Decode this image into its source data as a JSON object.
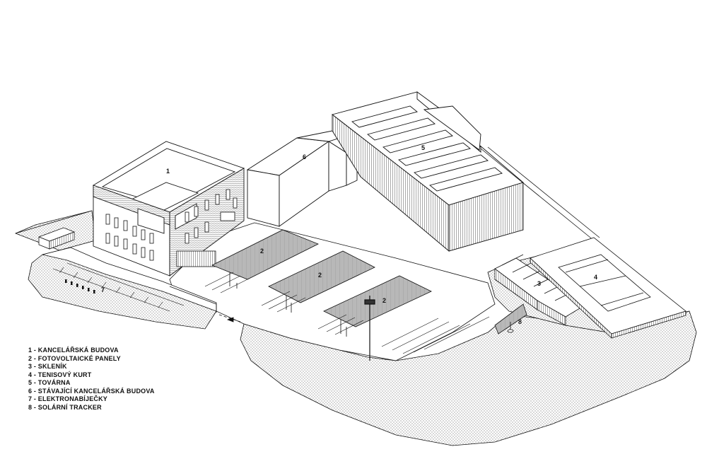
{
  "labels": {
    "office": "1",
    "pv_a": "2",
    "pv_b": "2",
    "pv_c": "2",
    "greenhouse": "3",
    "tennis": "4",
    "factory": "5",
    "existing_office": "6",
    "chargers": "7",
    "tracker": "8"
  },
  "legend": [
    "1 - KANCELÁŘSKÁ BUDOVA",
    "2 - FOTOVOLTAICKÉ PANELY",
    "3 - SKLENÍK",
    "4 - TENISOVÝ KURT",
    "5 - TOVÁRNA",
    "6 - STÁVAJÍCÍ KANCELÁŘSKÁ BUDOVA",
    "7 - ELEKTRONABÍJEČKY",
    "8 - SOLÁRNÍ TRACKER"
  ],
  "colors": {
    "line": "#111111",
    "panel": "#b5b5b5",
    "ground": "#f2f2f2"
  }
}
